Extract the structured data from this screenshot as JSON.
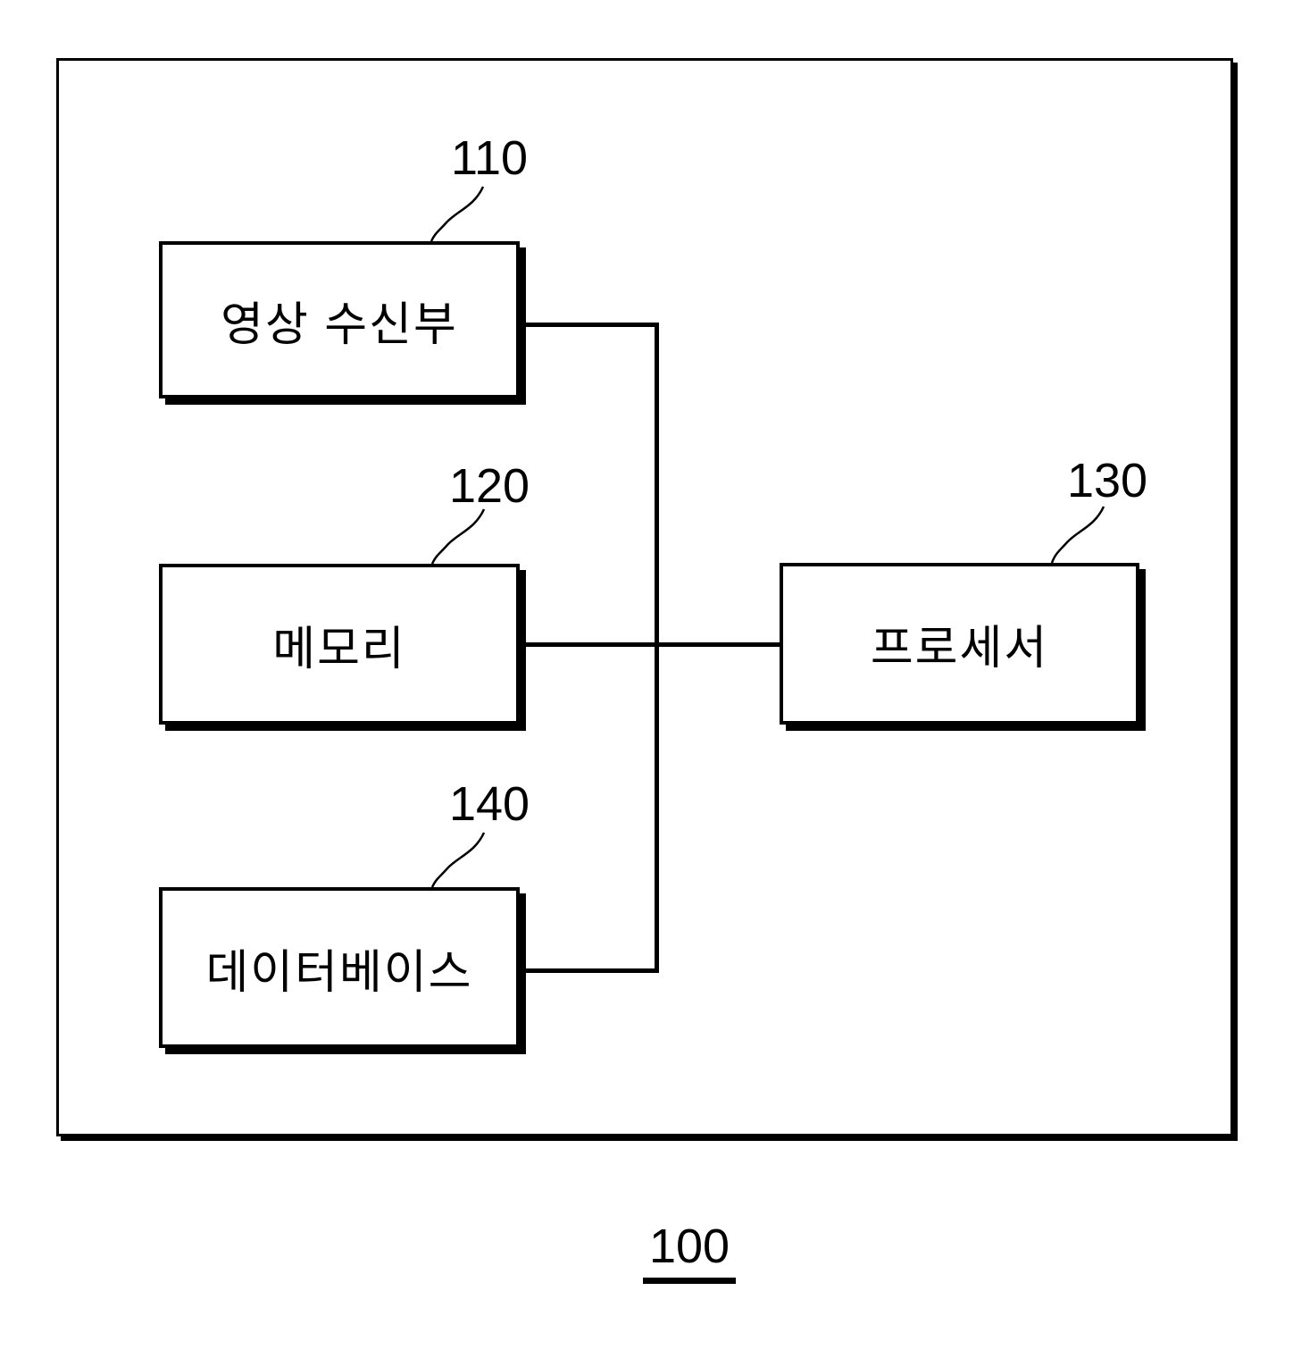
{
  "figure": {
    "number": "100",
    "blocks": [
      {
        "ref": "110",
        "label": "영상 수신부"
      },
      {
        "ref": "120",
        "label": "메모리"
      },
      {
        "ref": "130",
        "label": "프로세서"
      },
      {
        "ref": "140",
        "label": "데이터베이스"
      }
    ]
  },
  "colors": {
    "ink": "#000000",
    "background": "#ffffff"
  }
}
